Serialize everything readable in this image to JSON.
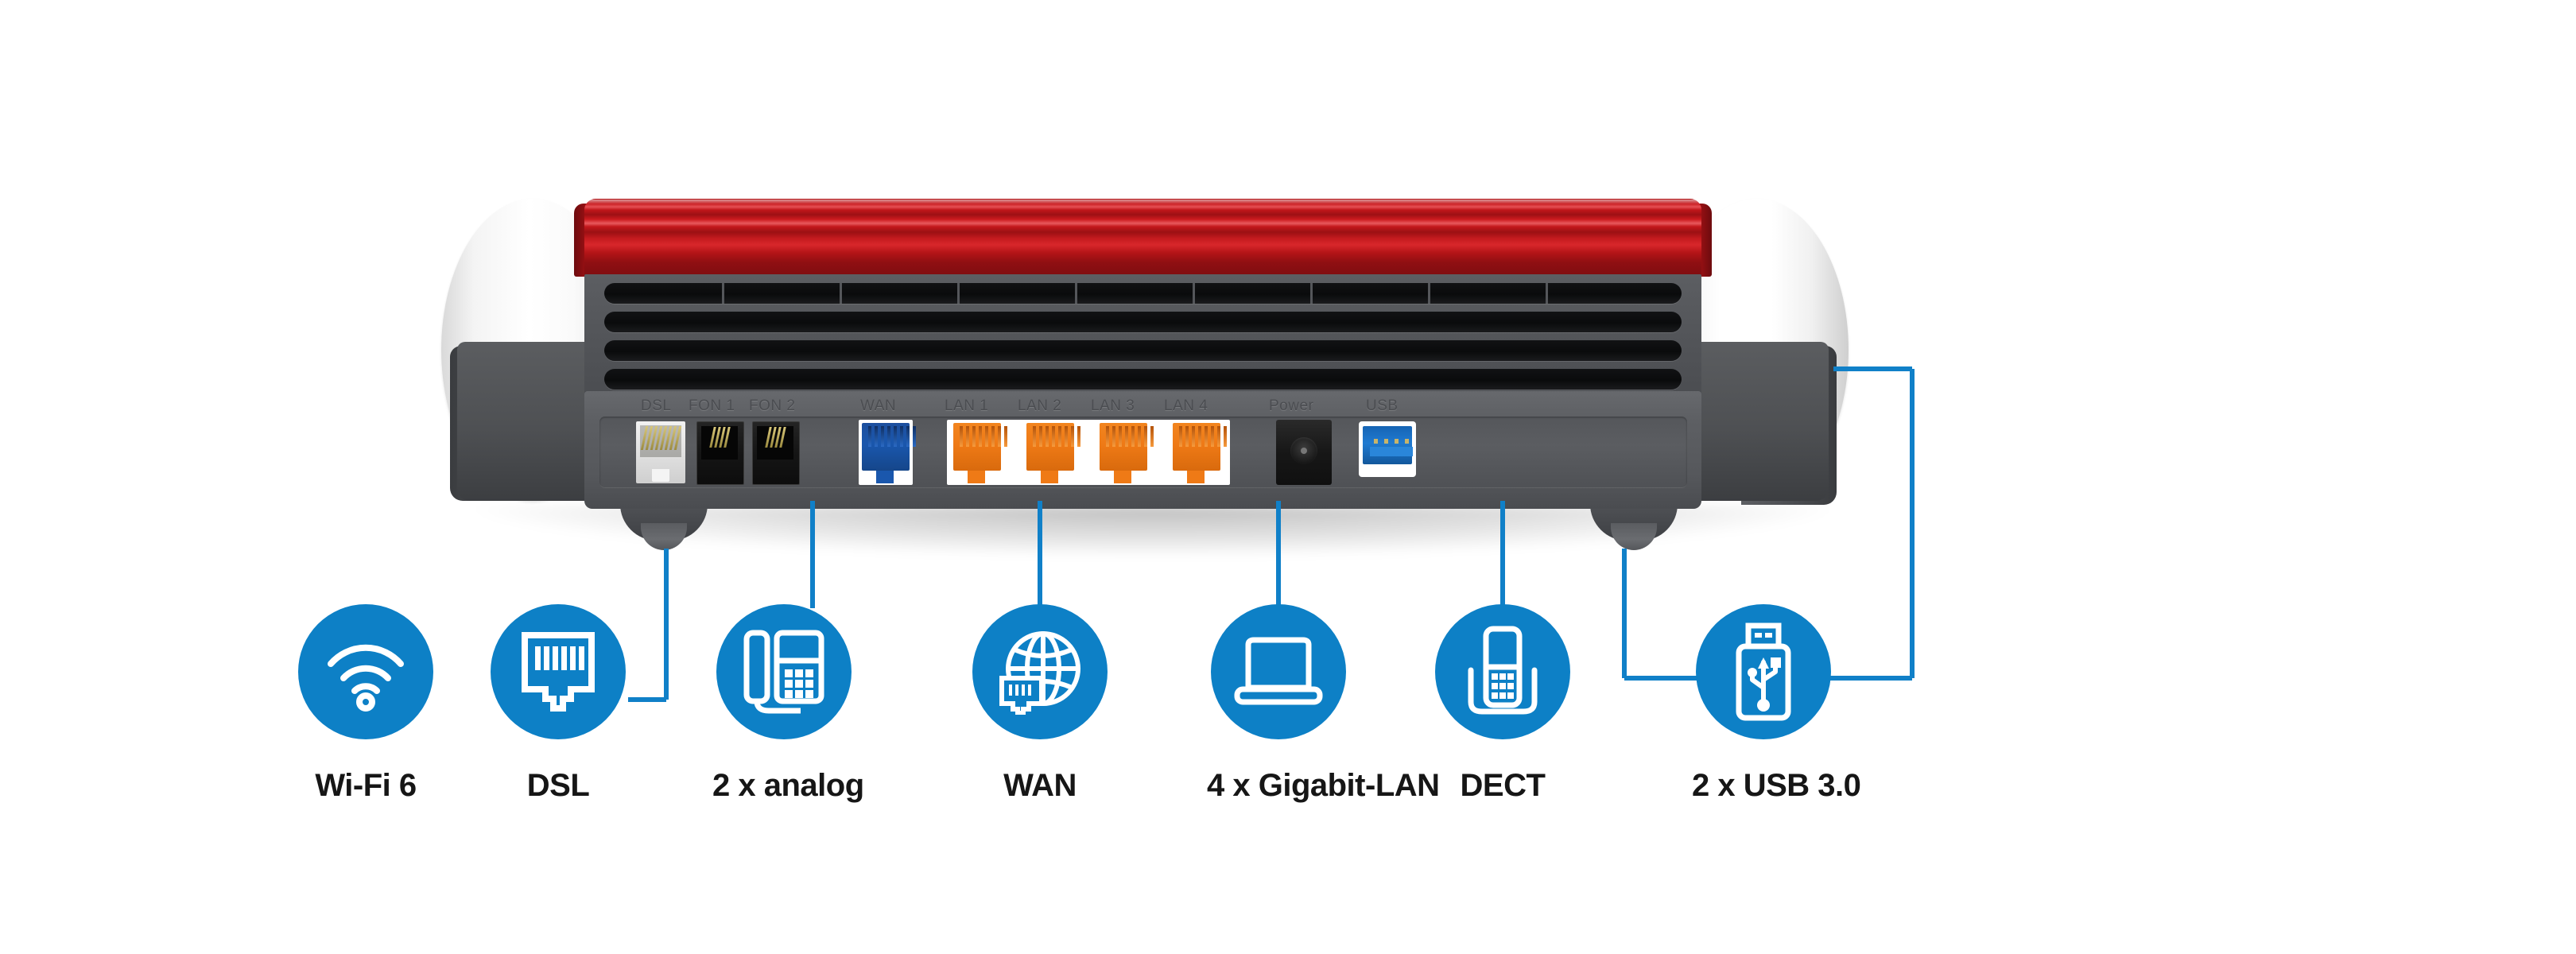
{
  "product": {
    "accent_blue": "#0d80c6",
    "line_blue": "#1080c8",
    "lid_red": "#c4181c",
    "body_gray": "#55575b"
  },
  "router": {
    "port_labels": [
      {
        "id": "dsl",
        "text": "DSL"
      },
      {
        "id": "fon1",
        "text": "FON 1"
      },
      {
        "id": "fon2",
        "text": "FON 2"
      },
      {
        "id": "wan",
        "text": "WAN"
      },
      {
        "id": "lan1",
        "text": "LAN 1"
      },
      {
        "id": "lan2",
        "text": "LAN 2"
      },
      {
        "id": "lan3",
        "text": "LAN 3"
      },
      {
        "id": "lan4",
        "text": "LAN 4"
      },
      {
        "id": "power",
        "text": "Power"
      },
      {
        "id": "usb",
        "text": "USB"
      }
    ]
  },
  "features": [
    {
      "id": "wifi",
      "label": "Wi-Fi 6",
      "icon": "wifi-icon"
    },
    {
      "id": "dsl",
      "label": "DSL",
      "icon": "rj45-jack-icon"
    },
    {
      "id": "analog",
      "label": "2 x analog",
      "icon": "desk-phone-icon"
    },
    {
      "id": "wan",
      "label": "WAN",
      "icon": "globe-ethernet-icon"
    },
    {
      "id": "lan",
      "label": "4 x Gigabit-LAN",
      "icon": "laptop-icon"
    },
    {
      "id": "dect",
      "label": "DECT",
      "icon": "cordless-handset-icon"
    },
    {
      "id": "usb",
      "label": "2 x USB 3.0",
      "icon": "usb-stick-icon"
    }
  ]
}
